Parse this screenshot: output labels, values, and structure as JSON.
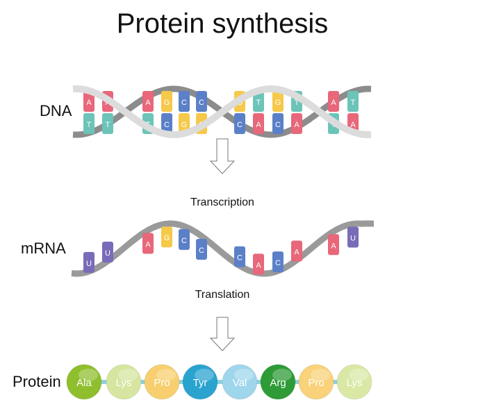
{
  "title": "Protein synthesis",
  "labels": {
    "dna": "DNA",
    "mrna": "mRNA",
    "protein": "Protein"
  },
  "steps": {
    "transcription": "Transcription",
    "translation": "Translation"
  },
  "base_colors": {
    "A": "#e8677a",
    "T": "#6cc4b8",
    "G": "#f6c94a",
    "C": "#5b80c8",
    "U": "#7a6bb8"
  },
  "dna_pairs": [
    [
      "A",
      "T"
    ],
    [
      "A",
      "T"
    ],
    [
      "A",
      "T"
    ],
    [
      "G",
      "C"
    ],
    [
      "C",
      "G"
    ],
    [
      "C",
      "G"
    ],
    [
      "G",
      "C"
    ],
    [
      "T",
      "A"
    ],
    [
      "G",
      "C"
    ],
    [
      "T",
      "A"
    ],
    [
      "A",
      "T"
    ],
    [
      "T",
      "A"
    ]
  ],
  "mrna_bases": [
    "U",
    "U",
    "A",
    "G",
    "C",
    "C",
    "C",
    "A",
    "C",
    "A",
    "A",
    "U"
  ],
  "protein": [
    {
      "name": "Ala",
      "color": "#8fbf2e"
    },
    {
      "name": "Lys",
      "color": "#d6e6a0"
    },
    {
      "name": "Pro",
      "color": "#f7cf6e"
    },
    {
      "name": "Tyr",
      "color": "#2aa3cf"
    },
    {
      "name": "Val",
      "color": "#9fd6ec"
    },
    {
      "name": "Arg",
      "color": "#2e9b36"
    },
    {
      "name": "Pro",
      "color": "#f9d27a"
    },
    {
      "name": "Lys",
      "color": "#d9e8a4"
    }
  ]
}
